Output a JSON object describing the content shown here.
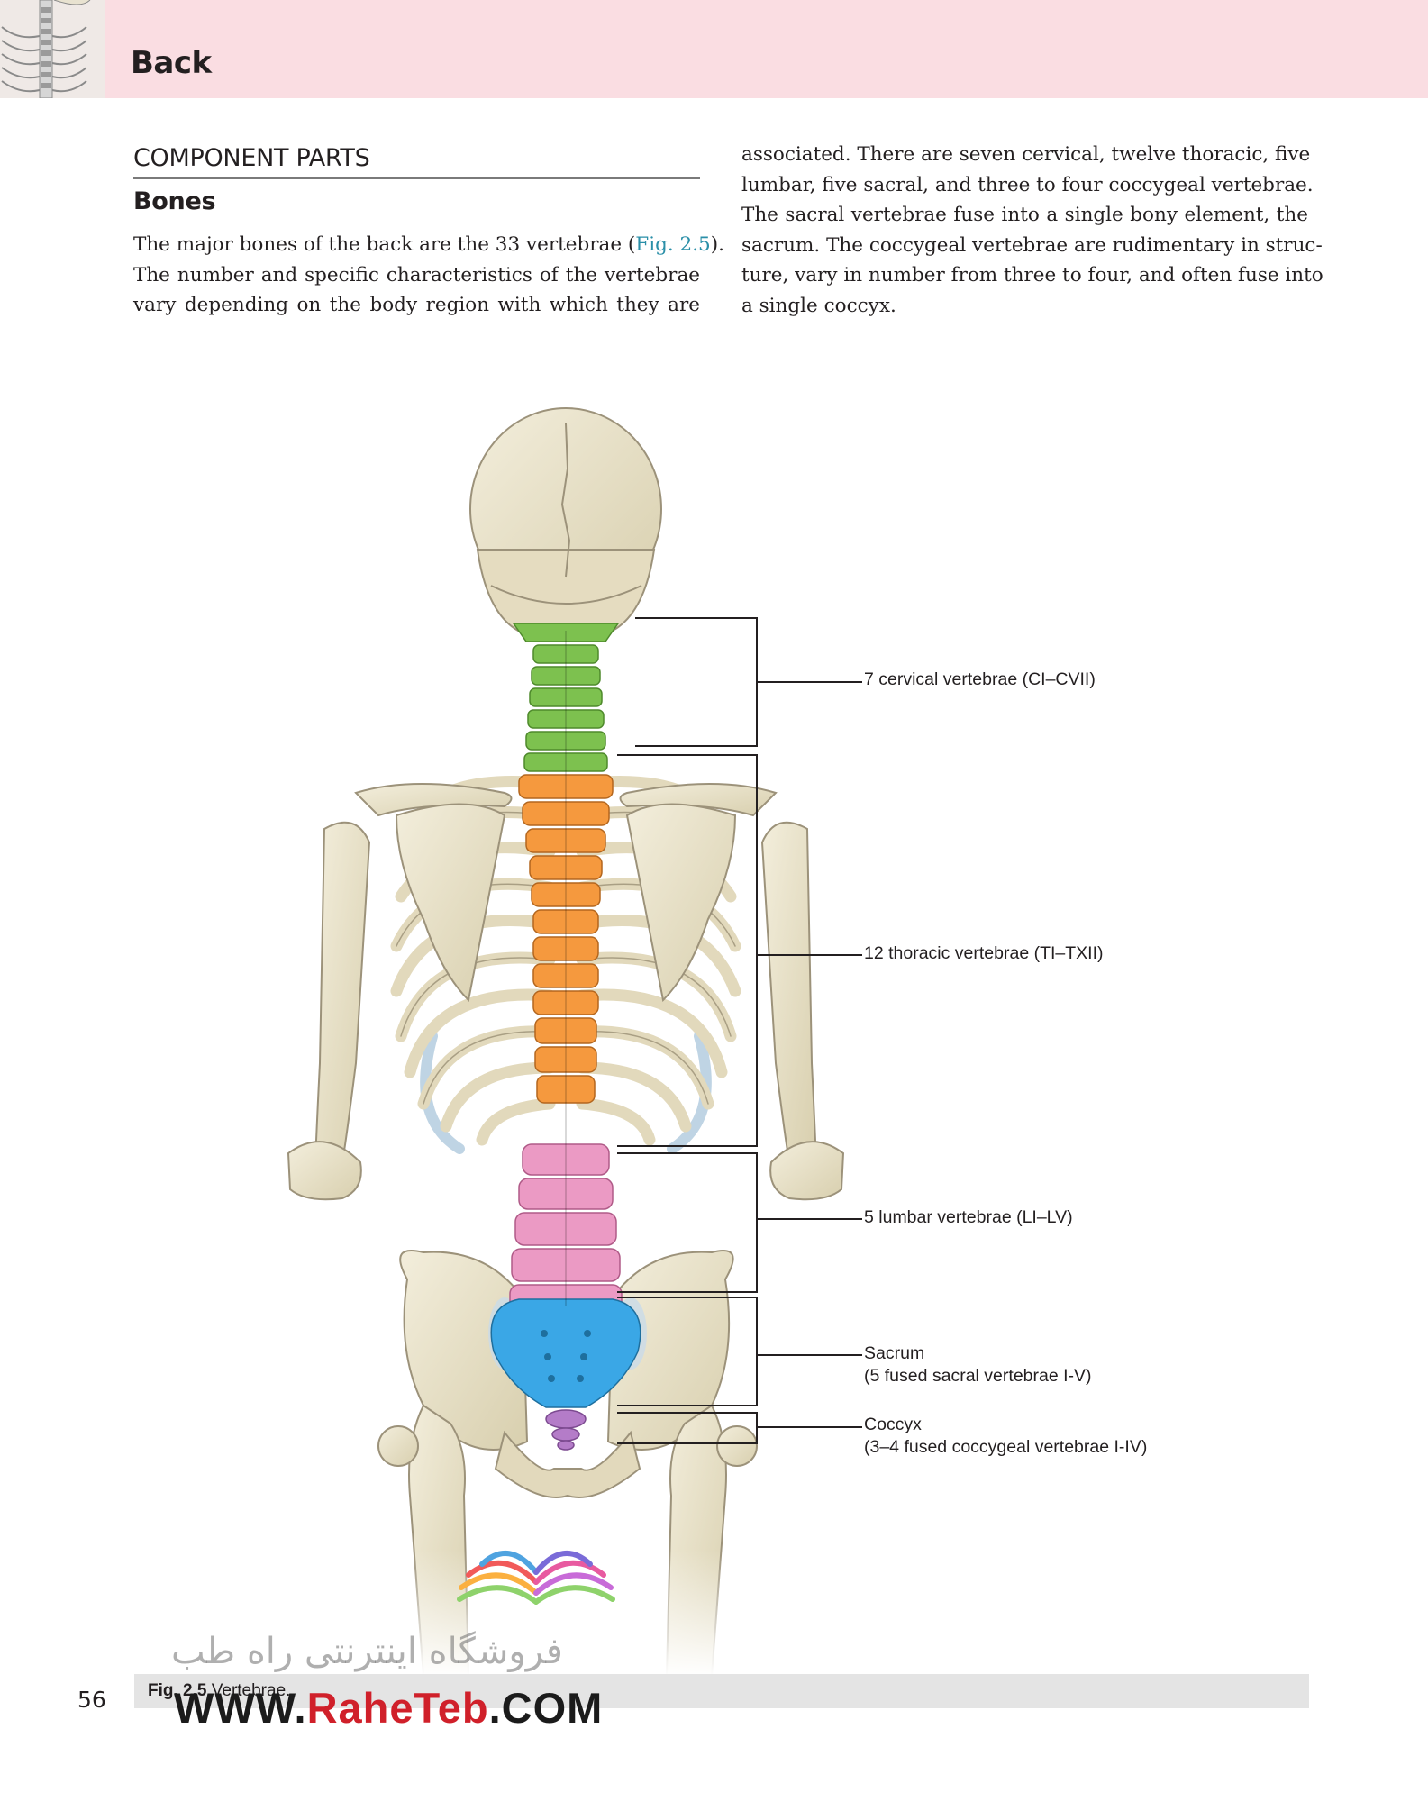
{
  "header": {
    "title": "Back"
  },
  "section": {
    "heading": "COMPONENT PARTS",
    "subheading": "Bones"
  },
  "body": {
    "left_lines": [
      "The major bones of the back are the 33 vertebrae (",
      "Fig. 2.5",
      ").",
      "The number and specific characteristics of the vertebrae",
      "vary depending on the body region with which they are"
    ],
    "right_lines": [
      "associated. There are seven cervical, twelve thoracic, five",
      "lumbar, five sacral, and three to four coccygeal vertebrae.",
      "The sacral vertebrae fuse into a single bony element, the",
      "sacrum. The coccygeal vertebrae are rudimentary in struc-",
      "ture, vary in number from three to four, and often fuse into",
      "a single coccyx."
    ]
  },
  "figure": {
    "labels": {
      "cervical": "7 cervical vertebrae (CI–CVII)",
      "thoracic": "12 thoracic vertebrae (TI–TXII)",
      "lumbar": "5 lumbar vertebrae (LI–LV)",
      "sacrum_1": "Sacrum",
      "sacrum_2": "(5 fused sacral vertebrae I-V)",
      "coccyx_1": "Coccyx",
      "coccyx_2": "(3–4 fused coccygeal vertebrae I-IV)"
    },
    "caption_number": "Fig. 2.5",
    "caption_text": "Vertebrae.",
    "colors": {
      "bone": "#e9e2c8",
      "cervical": "#7dc14f",
      "thoracic": "#f5993e",
      "lumbar": "#eb9ac4",
      "sacrum": "#3aa7e6",
      "coccyx": "#b47cc8",
      "cartilage": "#c9dbe9"
    }
  },
  "page": {
    "number": "56"
  },
  "watermark": {
    "persian": "فروشگاه اینترنتی راه طب",
    "url_prefix": "WWW.",
    "url_brand": "RaheTeb",
    "url_suffix": ".COM"
  }
}
